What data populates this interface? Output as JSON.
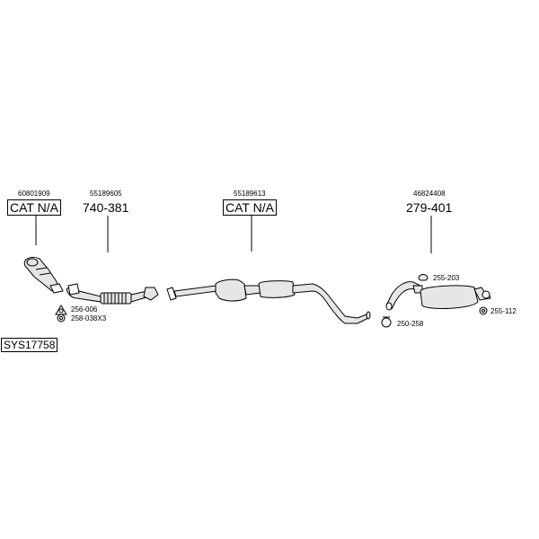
{
  "parts": [
    {
      "oem": "60801909",
      "code": "CAT N/A",
      "boxed": true
    },
    {
      "oem": "55189605",
      "code": "740-381",
      "boxed": false
    },
    {
      "oem": "55189613",
      "code": "CAT N/A",
      "boxed": true
    },
    {
      "oem": "46824408",
      "code": "279-401",
      "boxed": false
    }
  ],
  "small_parts": [
    {
      "label": "256-006"
    },
    {
      "label": "258-038X3"
    },
    {
      "label": "255-203"
    },
    {
      "label": "250-258"
    },
    {
      "label": "255-112"
    }
  ],
  "system_id": "SYS17758",
  "line_color": "#000000",
  "part_fill": "#e6e6e6"
}
